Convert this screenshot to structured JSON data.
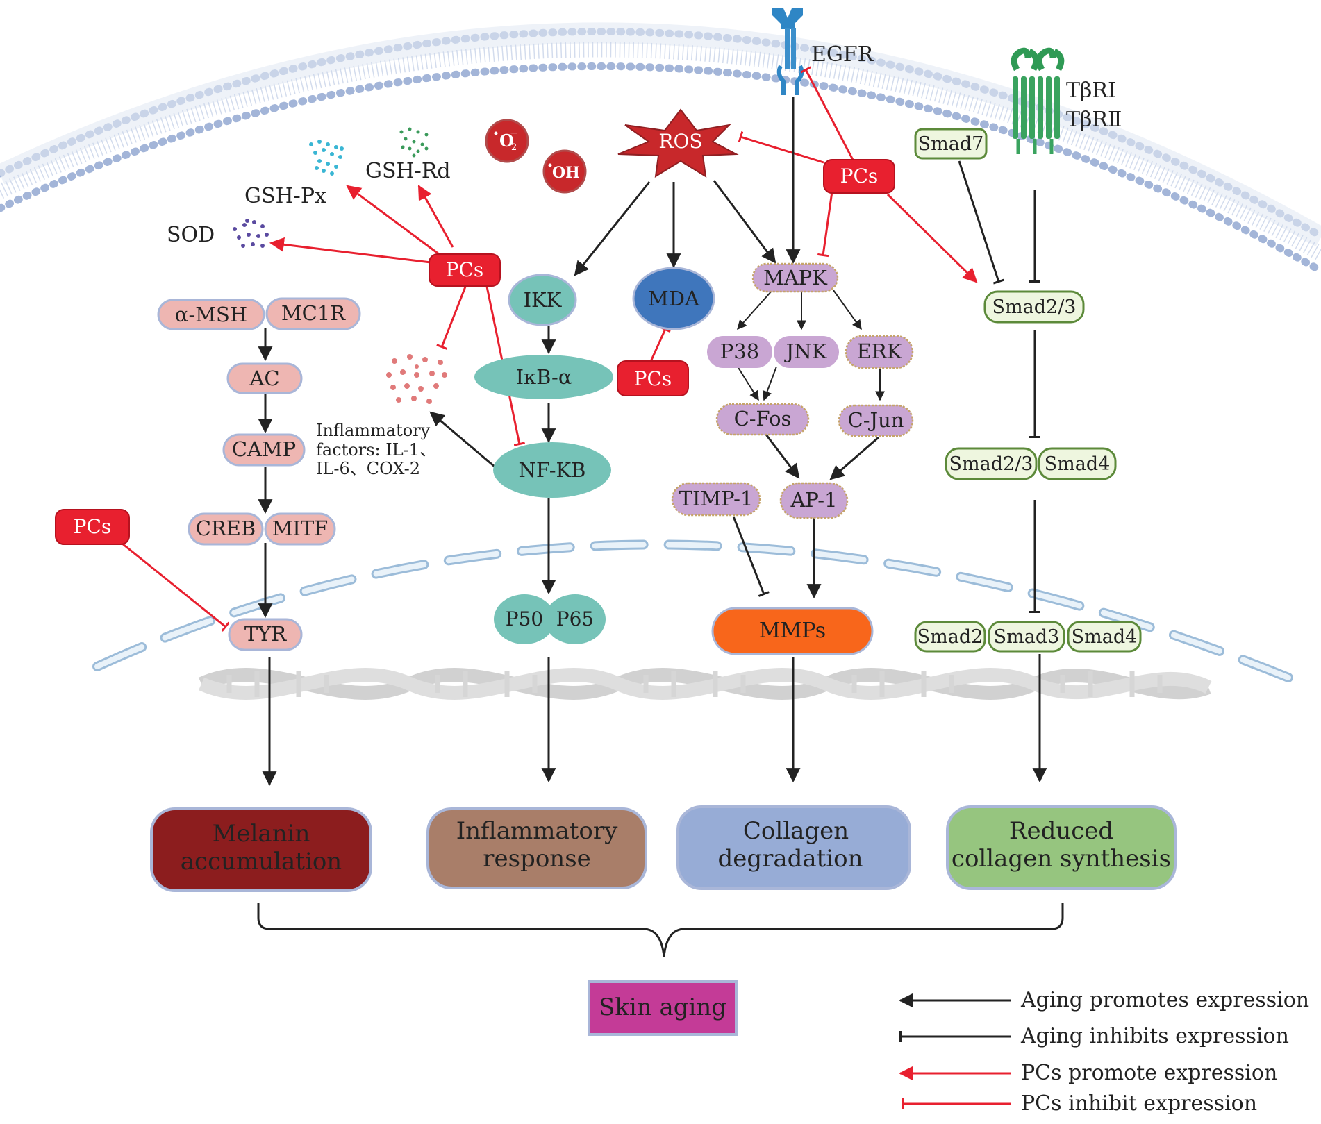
{
  "receptors": {
    "egfr": "EGFR",
    "tbr1": "TβRⅠ",
    "tbr2": "TβRⅡ"
  },
  "antioxidants": {
    "gsh_px": "GSH-Px",
    "gsh_rd": "GSH-Rd",
    "sod": "SOD"
  },
  "radicals": {
    "superoxide_base": "O",
    "superoxide_sub": "2",
    "superoxide_sup": "−",
    "hydroxyl": "OH"
  },
  "pcs": {
    "label": "PCs"
  },
  "ros": "ROS",
  "melanin_path": {
    "alpha_msh": "α-MSH",
    "mc1r": "MC1R",
    "ac": "AC",
    "camp": "CAMP",
    "creb": "CREB",
    "mitf": "MITF",
    "tyr": "TYR"
  },
  "inflammation_path": {
    "ikk": "IKK",
    "ikb": "IκB-α",
    "nfkb": "NF-KB",
    "p50": "P50",
    "p65": "P65",
    "mda": "MDA",
    "factors_line1": "Inflammatory",
    "factors_line2": "factors: IL-1、",
    "factors_line3": "IL-6、COX-2"
  },
  "mapk_path": {
    "mapk": "MAPK",
    "p38": "P38",
    "jnk": "JNK",
    "erk": "ERK",
    "cfos": "C-Fos",
    "cjun": "C-Jun",
    "ap1": "AP-1",
    "timp1": "TIMP-1",
    "mmps": "MMPs"
  },
  "smad_path": {
    "smad7": "Smad7",
    "smad23": "Smad2/3",
    "smad23_b": "Smad2/3",
    "smad4_a": "Smad4",
    "smad2": "Smad2",
    "smad3": "Smad3",
    "smad4_b": "Smad4"
  },
  "outcomes": {
    "melanin_l1": "Melanin",
    "melanin_l2": "accumulation",
    "inflam_l1": "Inflammatory",
    "inflam_l2": "response",
    "collagen_l1": "Collagen",
    "collagen_l2": "degradation",
    "reduced_l1": "Reduced",
    "reduced_l2": "collagen synthesis",
    "skin_aging": "Skin aging"
  },
  "legend": {
    "aging_promotes": "Aging promotes expression",
    "aging_inhibits": "Aging inhibits expression",
    "pcs_promote": "PCs promote expression",
    "pcs_inhibit": "PCs inhibit expression"
  },
  "colors": {
    "pcs_red": "#e8202f",
    "teal": "#76c3b8",
    "pink": "#eeb6b2",
    "purple": "#c9a6d3",
    "green_light": "#eef6df",
    "mda_blue": "#3f76bc",
    "mmps_orange": "#f8661b",
    "melanin": "#8c1d1e",
    "inflammatory": "#a97e69",
    "collagen": "#97acd6",
    "reduced": "#96c57f",
    "skin_aging": "#c43b97"
  }
}
